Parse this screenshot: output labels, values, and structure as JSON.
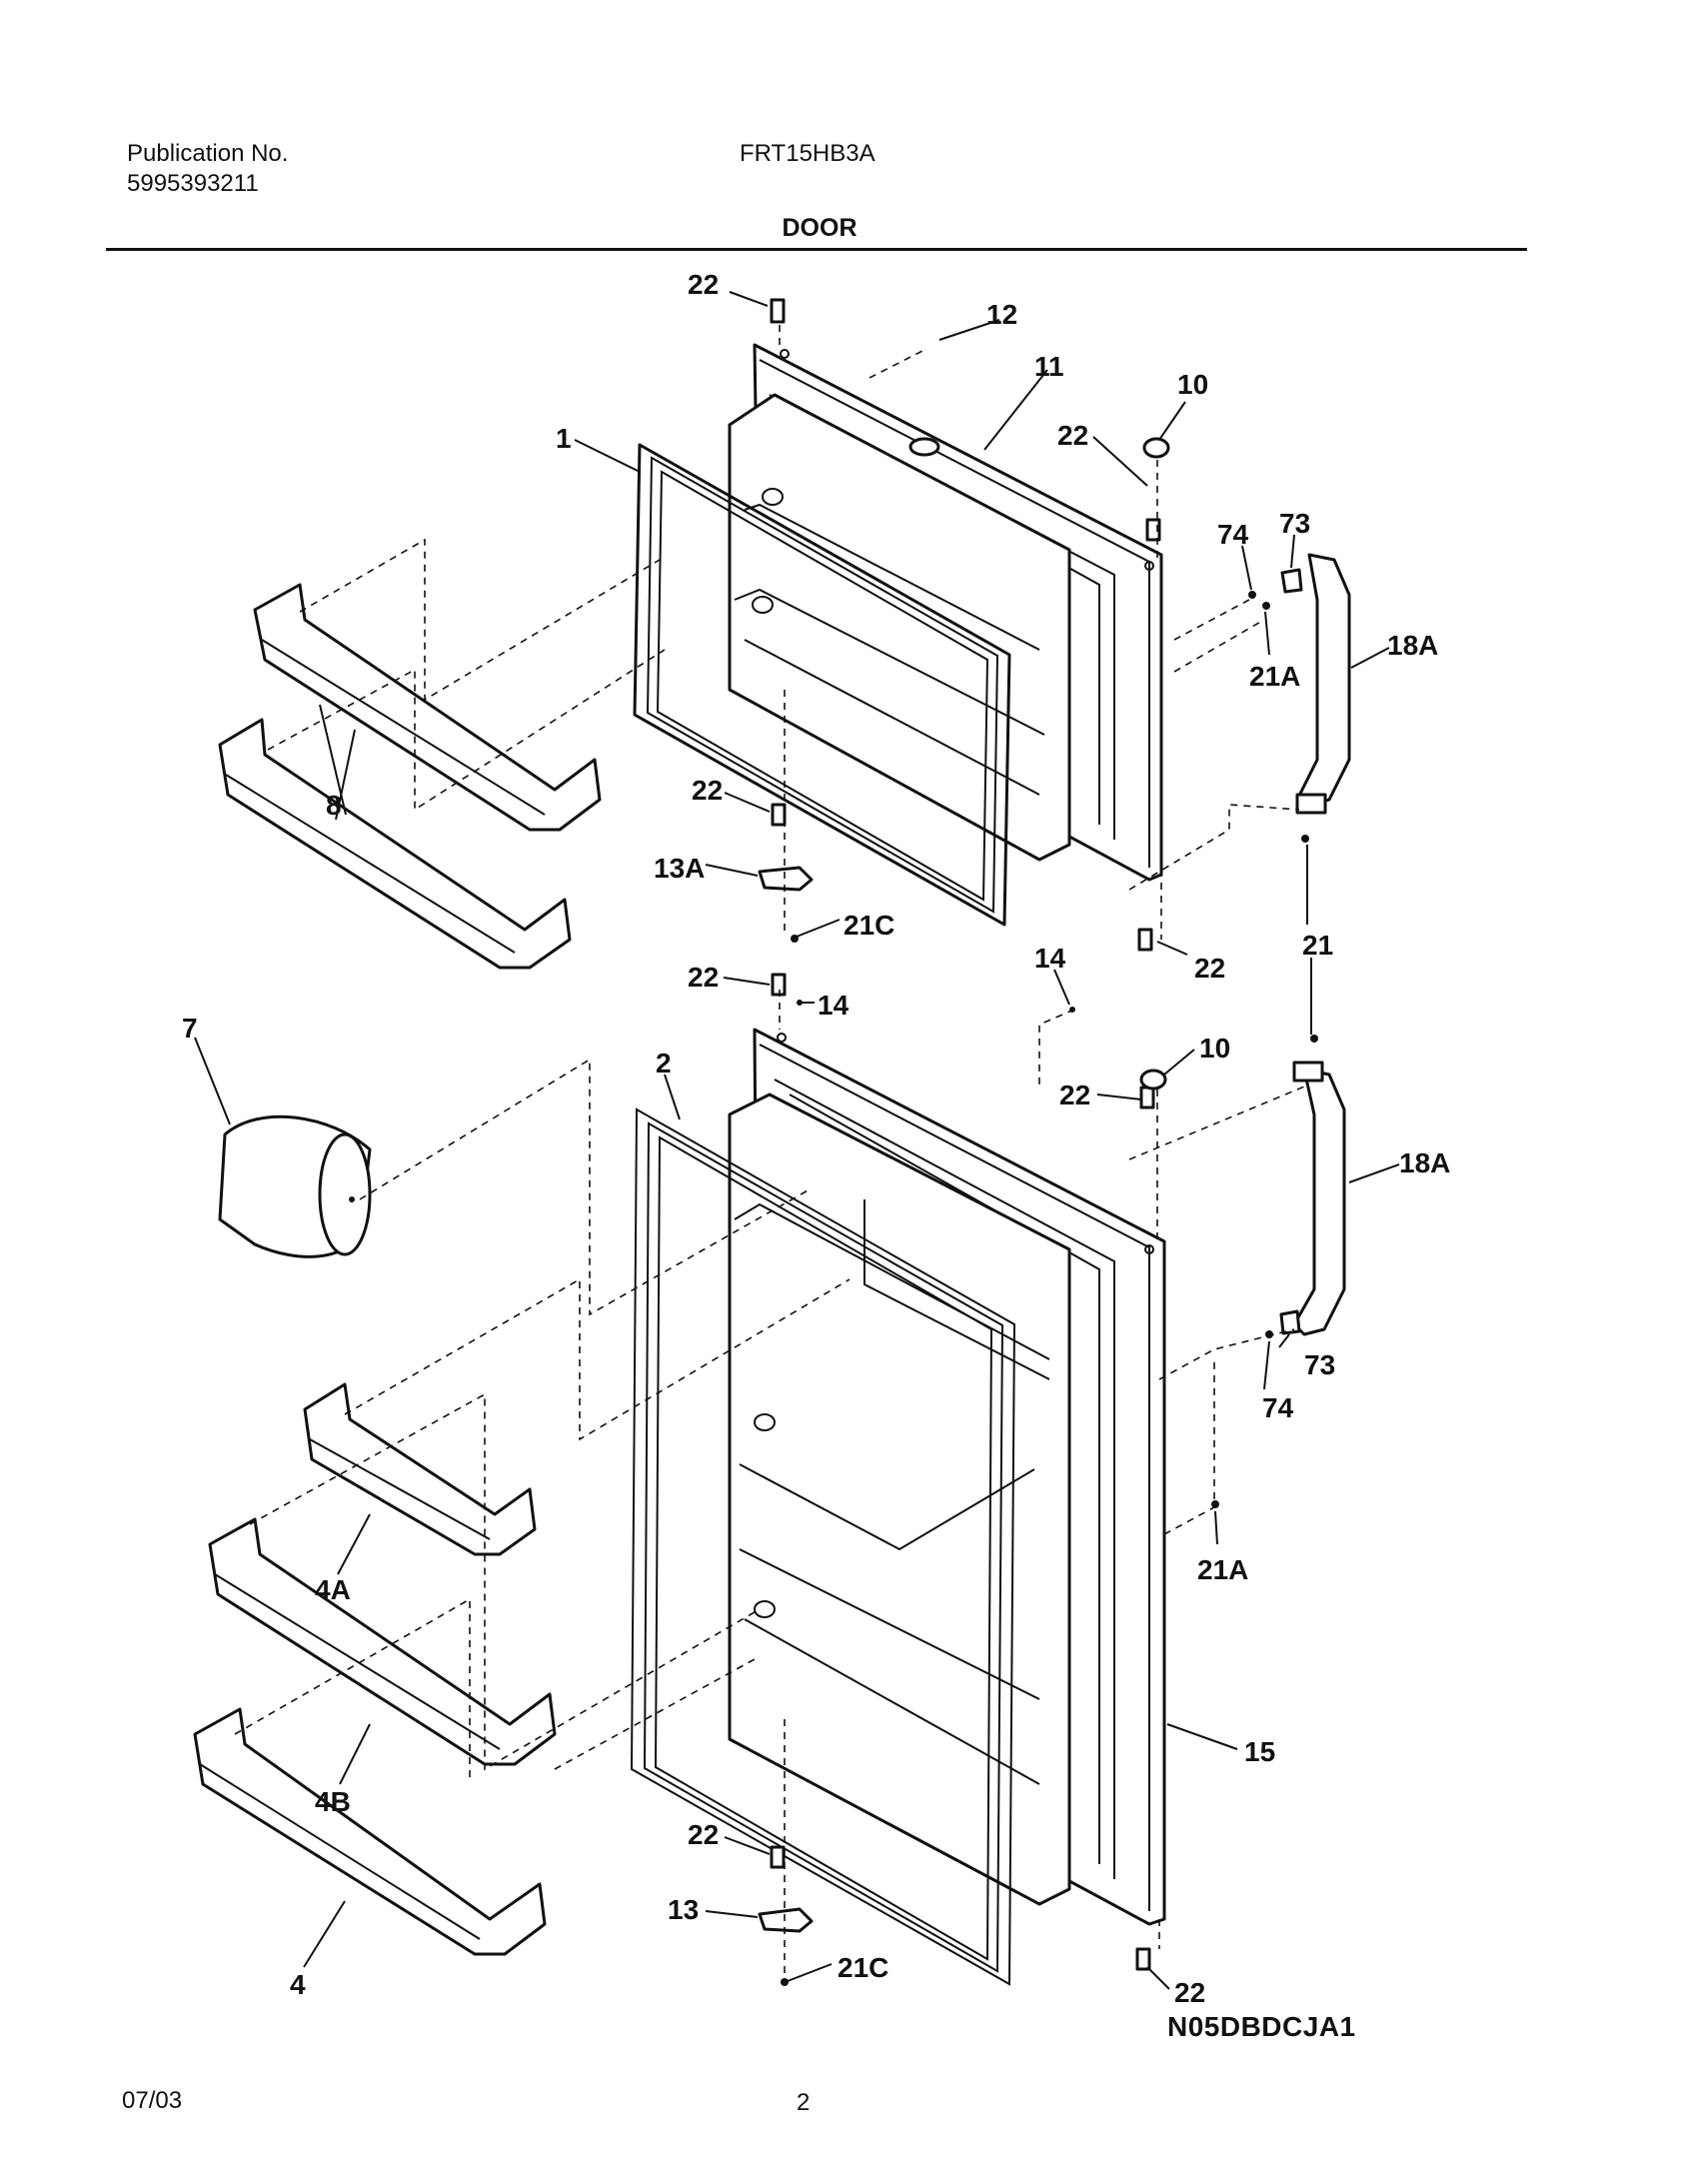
{
  "header": {
    "publication_label": "Publication No.",
    "publication_number": "5995393211",
    "model": "FRT15HB3A",
    "section": "DOOR"
  },
  "callouts": {
    "c1": "1",
    "c2": "2",
    "c4": "4",
    "c4a": "4A",
    "c4b": "4B",
    "c7": "7",
    "c8": "8",
    "c10a": "10",
    "c10b": "10",
    "c11": "11",
    "c12": "12",
    "c13": "13",
    "c13a": "13A",
    "c14a": "14",
    "c14b": "14",
    "c15": "15",
    "c18a_top": "18A",
    "c18a_bot": "18A",
    "c21": "21",
    "c21a_top": "21A",
    "c21a_bot": "21A",
    "c21c_top": "21C",
    "c21c_bot": "21C",
    "c22_1": "22",
    "c22_2": "22",
    "c22_3": "22",
    "c22_4": "22",
    "c22_5": "22",
    "c22_6": "22",
    "c22_7": "22",
    "c22_8": "22",
    "c73_top": "73",
    "c73_bot": "73",
    "c74_top": "74",
    "c74_bot": "74"
  },
  "figure_code": "N05DBDCJA1",
  "footer": {
    "date": "07/03",
    "page": "2"
  }
}
